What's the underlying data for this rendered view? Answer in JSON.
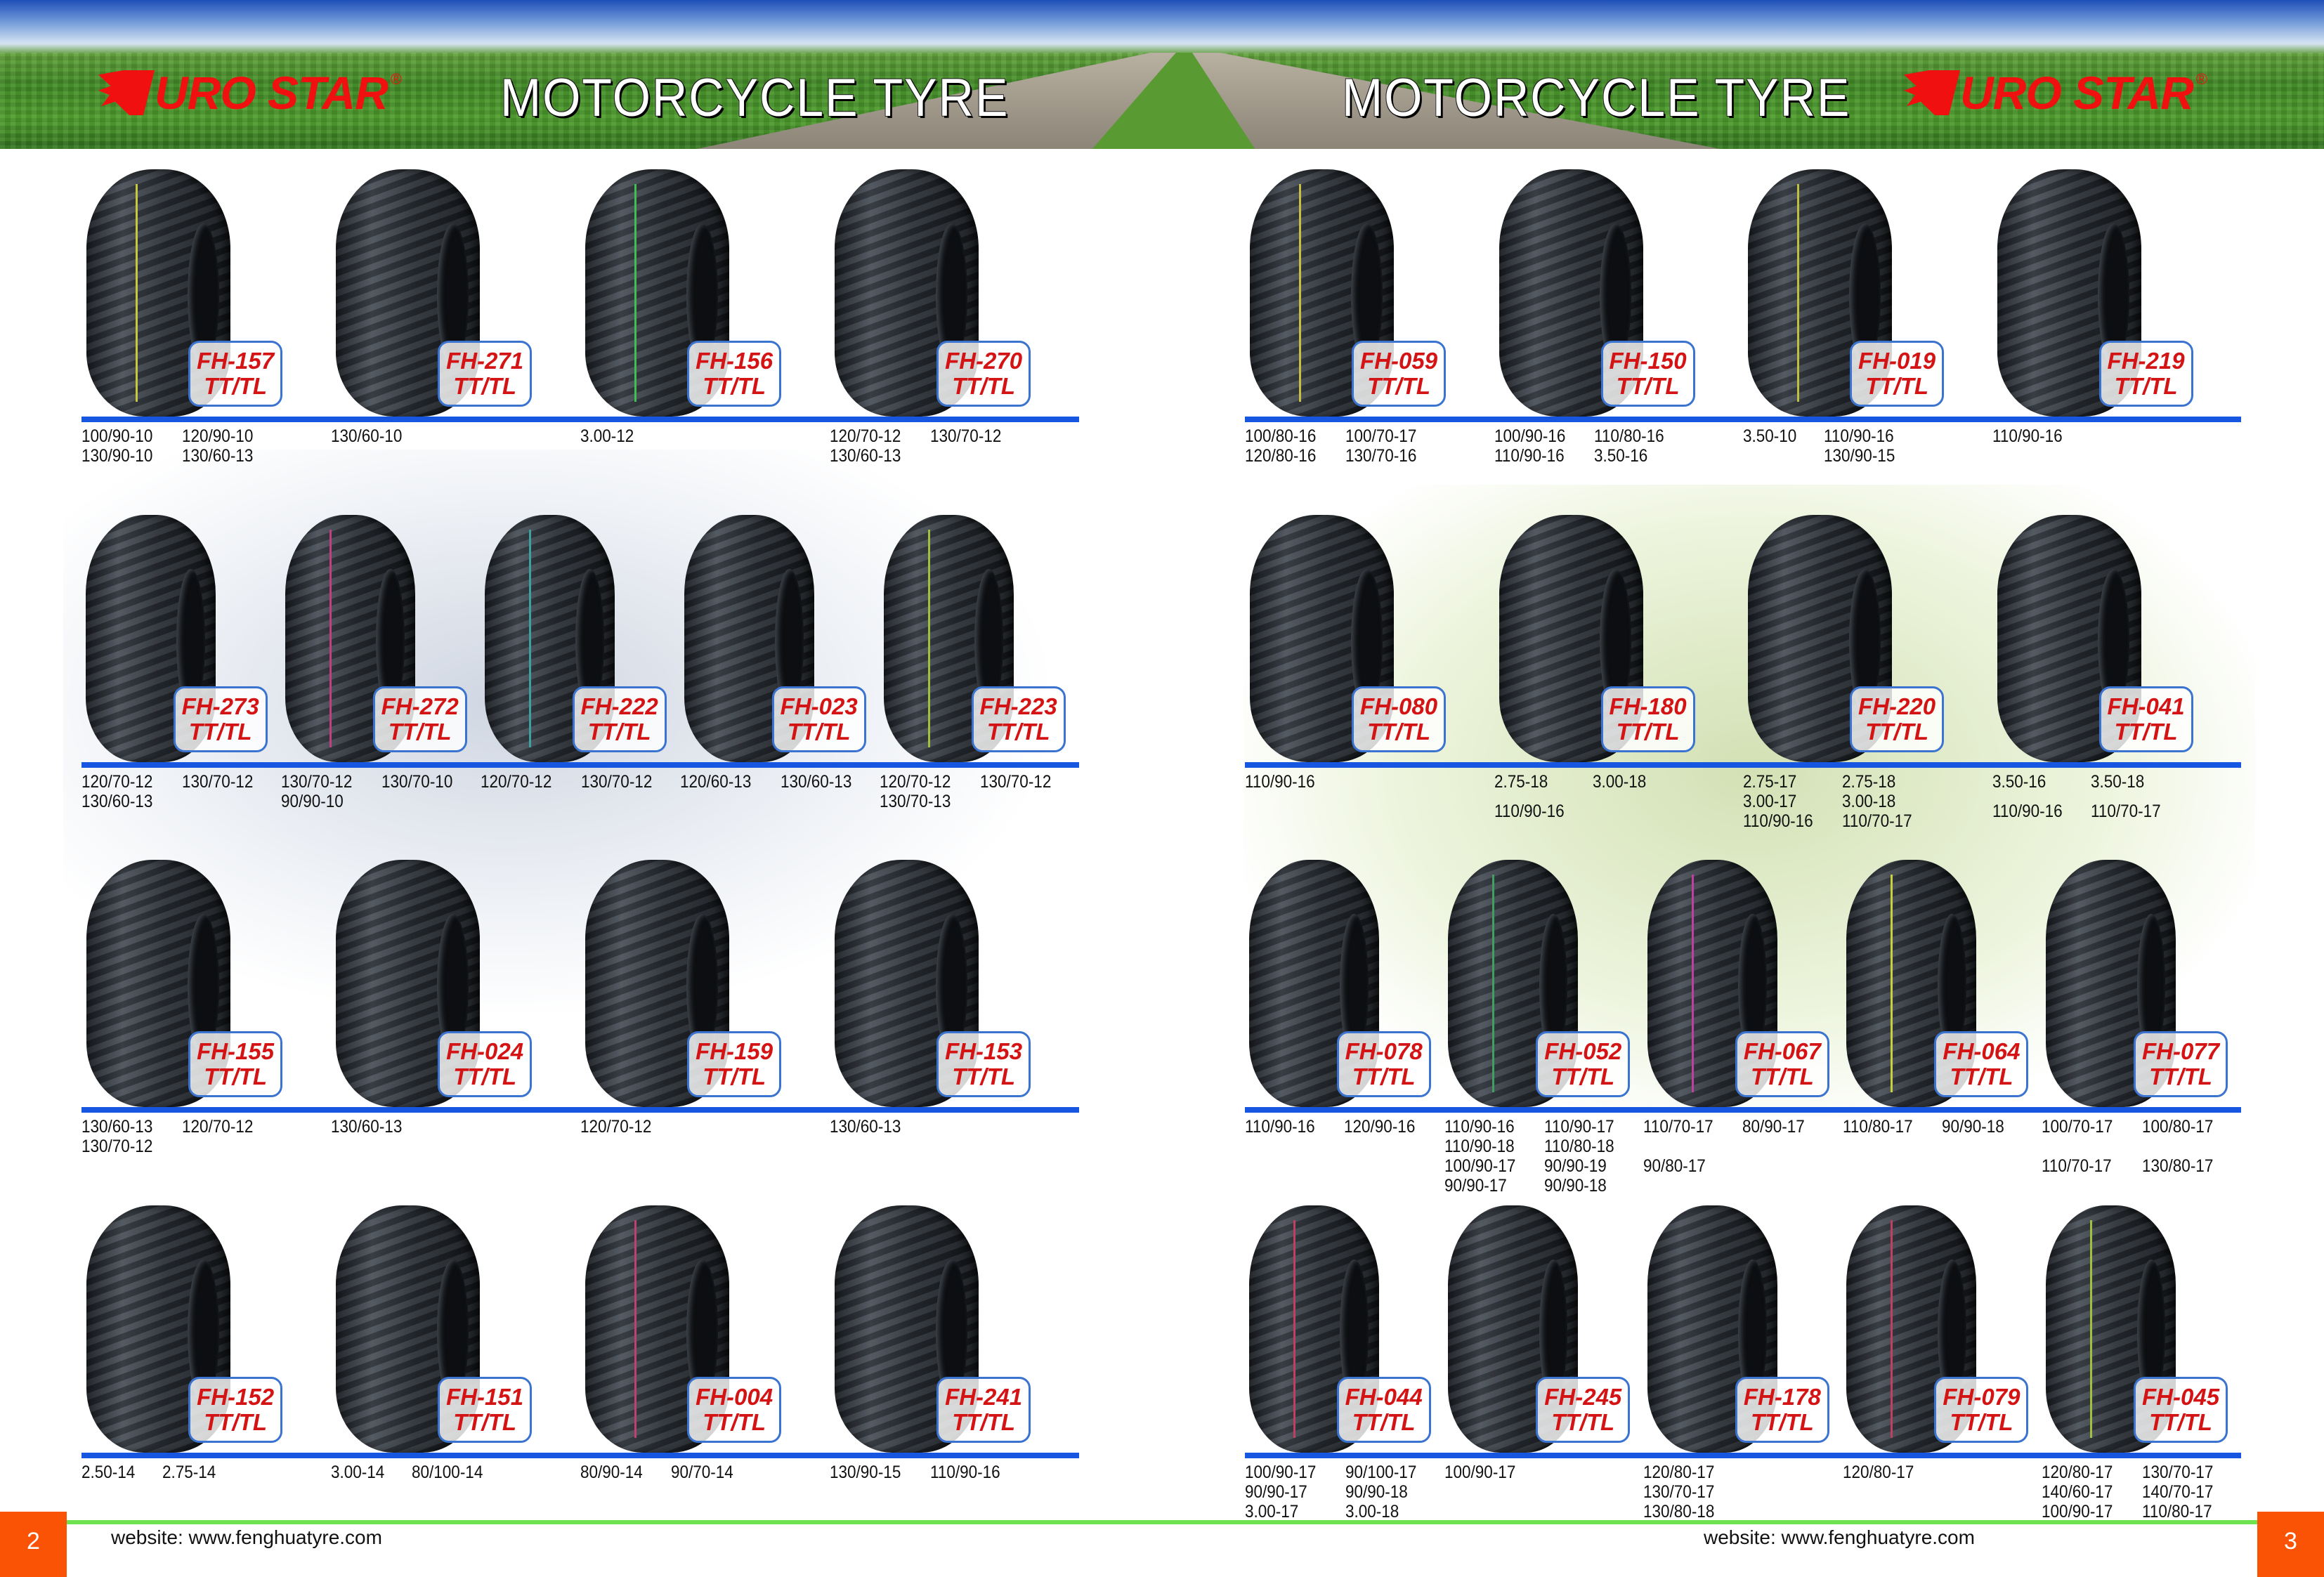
{
  "header": {
    "brand": "URO STAR",
    "brand_mark": "®",
    "title_left": "MOTORCYCLE  TYRE",
    "title_right": "MOTORCYCLE  TYRE"
  },
  "colors": {
    "badge_text": "#d41414",
    "badge_border": "#3b73d0",
    "rule": "#1756e0",
    "page_tab": "#fb5306",
    "footer_line": "#6ee34f",
    "brand": "#f01010"
  },
  "pages": [
    {
      "rows": [
        {
          "products": [
            {
              "code": "FH-157",
              "type": "TT/TL",
              "stripe": "#c8c840",
              "sizes": [
                [
                  "100/90-10",
                  "120/90-10"
                ],
                [
                  "130/90-10",
                  "130/60-13"
                ]
              ]
            },
            {
              "code": "FH-271",
              "type": "TT/TL",
              "sizes": [
                [
                  "130/60-10"
                ]
              ]
            },
            {
              "code": "FH-156",
              "type": "TT/TL",
              "stripe": "#40c050",
              "sizes": [
                [
                  "3.00-12"
                ]
              ]
            },
            {
              "code": "FH-270",
              "type": "TT/TL",
              "sizes": [
                [
                  "120/70-12",
                  "130/70-12"
                ],
                [
                  "130/60-13"
                ]
              ]
            }
          ]
        },
        {
          "products": [
            {
              "code": "FH-273",
              "type": "TT/TL",
              "sizes": [
                [
                  "120/70-12",
                  "130/70-12"
                ],
                [
                  "130/60-13"
                ]
              ]
            },
            {
              "code": "FH-272",
              "type": "TT/TL",
              "stripe": "#c04080",
              "sizes": [
                [
                  "130/70-12",
                  "130/70-10"
                ],
                [
                  "90/90-10"
                ]
              ]
            },
            {
              "code": "FH-222",
              "type": "TT/TL",
              "stripe": "#40a0a0",
              "sizes": [
                [
                  "120/70-12",
                  "130/70-12"
                ]
              ]
            },
            {
              "code": "FH-023",
              "type": "TT/TL",
              "sizes": [
                [
                  "120/60-13",
                  "130/60-13"
                ]
              ]
            },
            {
              "code": "FH-223",
              "type": "TT/TL",
              "stripe": "#a0c040",
              "sizes": [
                [
                  "120/70-12",
                  "130/70-12"
                ],
                [
                  "130/70-13"
                ]
              ]
            }
          ]
        },
        {
          "products": [
            {
              "code": "FH-155",
              "type": "TT/TL",
              "sizes": [
                [
                  "130/60-13",
                  "120/70-12"
                ],
                [
                  "130/70-12"
                ]
              ]
            },
            {
              "code": "FH-024",
              "type": "TT/TL",
              "sizes": [
                [
                  "130/60-13"
                ]
              ]
            },
            {
              "code": "FH-159",
              "type": "TT/TL",
              "sizes": [
                [
                  "120/70-12"
                ]
              ]
            },
            {
              "code": "FH-153",
              "type": "TT/TL",
              "sizes": [
                [
                  "130/60-13"
                ]
              ]
            }
          ]
        },
        {
          "products": [
            {
              "code": "FH-152",
              "type": "TT/TL",
              "sizes": [
                [
                  "2.50-14",
                  "2.75-14"
                ]
              ]
            },
            {
              "code": "FH-151",
              "type": "TT/TL",
              "sizes": [
                [
                  "3.00-14",
                  "80/100-14"
                ]
              ]
            },
            {
              "code": "FH-004",
              "type": "TT/TL",
              "stripe": "#c04070",
              "sizes": [
                [
                  "80/90-14",
                  "90/70-14"
                ]
              ]
            },
            {
              "code": "FH-241",
              "type": "TT/TL",
              "sizes": [
                [
                  "130/90-15",
                  "110/90-16"
                ]
              ]
            }
          ]
        }
      ],
      "page_number": "2",
      "website": "website: www.fenghuatyre.com"
    },
    {
      "rows": [
        {
          "products": [
            {
              "code": "FH-059",
              "type": "TT/TL",
              "stripe": "#c8c040",
              "sizes": [
                [
                  "100/80-16",
                  "100/70-17"
                ],
                [
                  "120/80-16",
                  "130/70-16"
                ]
              ]
            },
            {
              "code": "FH-150",
              "type": "TT/TL",
              "sizes": [
                [
                  "100/90-16",
                  "110/80-16"
                ],
                [
                  "110/90-16",
                  "3.50-16"
                ]
              ]
            },
            {
              "code": "FH-019",
              "type": "TT/TL",
              "stripe": "#c0c040",
              "sizes": [
                [
                  "3.50-10",
                  "110/90-16"
                ],
                [
                  "",
                  "130/90-15"
                ]
              ]
            },
            {
              "code": "FH-219",
              "type": "TT/TL",
              "sizes": [
                [
                  "110/90-16"
                ]
              ]
            }
          ]
        },
        {
          "products": [
            {
              "code": "FH-080",
              "type": "TT/TL",
              "sizes": [
                [
                  "110/90-16"
                ]
              ]
            },
            {
              "code": "FH-180",
              "type": "TT/TL",
              "sizes": [
                [
                  "2.75-18",
                  "3.00-18"
                ],
                [
                  "110/90-16"
                ]
              ]
            },
            {
              "code": "FH-220",
              "type": "TT/TL",
              "sizes": [
                [
                  "2.75-17",
                  "2.75-18"
                ],
                [
                  "3.00-17",
                  "3.00-18"
                ],
                [
                  "110/90-16",
                  "110/70-17"
                ]
              ]
            },
            {
              "code": "FH-041",
              "type": "TT/TL",
              "sizes": [
                [
                  "3.50-16",
                  "3.50-18"
                ],
                [
                  "110/90-16",
                  "110/70-17"
                ]
              ]
            }
          ]
        },
        {
          "products": [
            {
              "code": "FH-078",
              "type": "TT/TL",
              "sizes": [
                [
                  "110/90-16",
                  "120/90-16"
                ]
              ]
            },
            {
              "code": "FH-052",
              "type": "TT/TL",
              "stripe": "#40a060",
              "sizes": [
                [
                  "110/90-16",
                  "110/90-17"
                ],
                [
                  "110/90-18",
                  "110/80-18"
                ],
                [
                  "100/90-17",
                  "90/90-19"
                ],
                [
                  "90/90-17",
                  "90/90-18"
                ]
              ]
            },
            {
              "code": "FH-067",
              "type": "TT/TL",
              "stripe": "#c040a0",
              "sizes": [
                [
                  "110/70-17",
                  "80/90-17"
                ],
                [
                  "90/80-17"
                ]
              ]
            },
            {
              "code": "FH-064",
              "type": "TT/TL",
              "stripe": "#c8d040",
              "sizes": [
                [
                  "110/80-17",
                  "90/90-18"
                ]
              ]
            },
            {
              "code": "FH-077",
              "type": "TT/TL",
              "sizes": [
                [
                  "100/70-17",
                  "100/80-17"
                ],
                [
                  "110/70-17",
                  "130/80-17"
                ]
              ]
            }
          ]
        },
        {
          "products": [
            {
              "code": "FH-044",
              "type": "TT/TL",
              "stripe": "#c04060",
              "sizes": [
                [
                  "100/90-17",
                  "90/100-17"
                ],
                [
                  "90/90-17",
                  "90/90-18"
                ],
                [
                  "3.00-17",
                  "3.00-18"
                ]
              ]
            },
            {
              "code": "FH-245",
              "type": "TT/TL",
              "sizes": [
                [
                  "100/90-17"
                ]
              ]
            },
            {
              "code": "FH-178",
              "type": "TT/TL",
              "sizes": [
                [
                  "120/80-17"
                ],
                [
                  "130/70-17"
                ],
                [
                  "130/80-18"
                ]
              ]
            },
            {
              "code": "FH-079",
              "type": "TT/TL",
              "stripe": "#c04060",
              "sizes": [
                [
                  "120/80-17"
                ]
              ]
            },
            {
              "code": "FH-045",
              "type": "TT/TL",
              "stripe": "#a0c040",
              "sizes": [
                [
                  "120/80-17",
                  "130/70-17"
                ],
                [
                  "140/60-17",
                  "140/70-17"
                ],
                [
                  "100/90-17",
                  "110/80-17"
                ]
              ]
            }
          ]
        }
      ],
      "page_number": "3",
      "website": "website: www.fenghuatyre.com"
    }
  ]
}
